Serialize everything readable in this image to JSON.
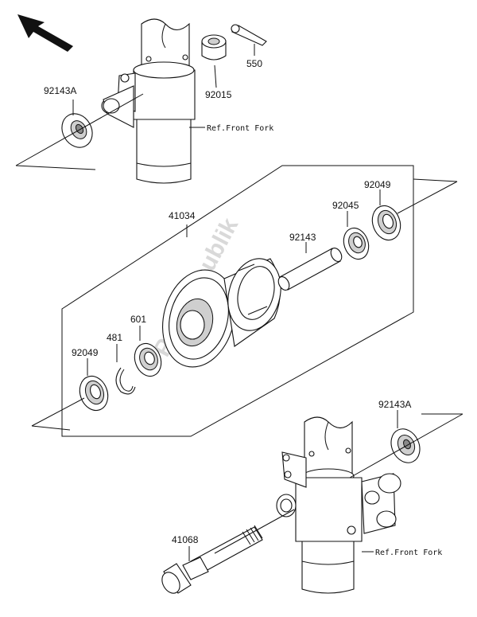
{
  "watermark": "Partsrepublik",
  "labels": {
    "p92143A_top": "92143A",
    "p92015": "92015",
    "p550": "550",
    "ref_fork_top": "Ref.Front Fork",
    "p41034": "41034",
    "p92049_right": "92049",
    "p92045": "92045",
    "p92143": "92143",
    "p601": "601",
    "p481": "481",
    "p92049_left": "92049",
    "p92143A_bottom": "92143A",
    "p41068": "41068",
    "ref_fork_bottom": "Ref.Front Fork"
  },
  "icons": {
    "direction_arrow": "arrow-up-left-icon"
  }
}
